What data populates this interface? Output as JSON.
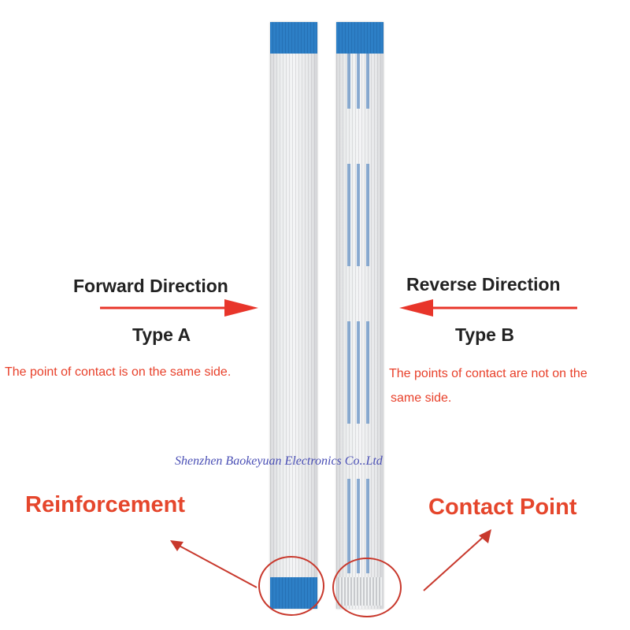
{
  "left": {
    "direction": "Forward Direction",
    "type": "Type A",
    "note": "The point of contact is on the same side."
  },
  "right": {
    "direction": "Reverse Direction",
    "type": "Type B",
    "note_line1": "The points of contact are not on the",
    "note_line2": "same side."
  },
  "watermark": "Shenzhen Baokeyuan Electronics Co..Ltd",
  "callouts": {
    "reinforcement": "Reinforcement",
    "contact_point": "Contact Point"
  },
  "colors": {
    "accent_red": "#e5462c",
    "tab_blue": "#2d7fc6",
    "watermark_blue": "#4a4fb5"
  }
}
